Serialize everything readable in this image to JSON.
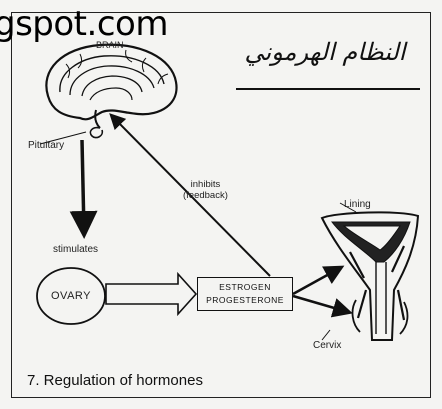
{
  "watermark": "gspot.com",
  "title_arabic": "النظام الهرموني",
  "labels": {
    "brain": "BRAIN",
    "pituitary": "Pituitary",
    "inhibits_line1": "inhibits",
    "inhibits_line2": "(feedback)",
    "stimulates": "stimulates",
    "ovary": "OVARY",
    "estrogen": "ESTROGEN",
    "progesterone": "PROGESTERONE",
    "lining": "Lining",
    "cervix": "Cervix"
  },
  "caption": "7. Regulation of hormones"
}
